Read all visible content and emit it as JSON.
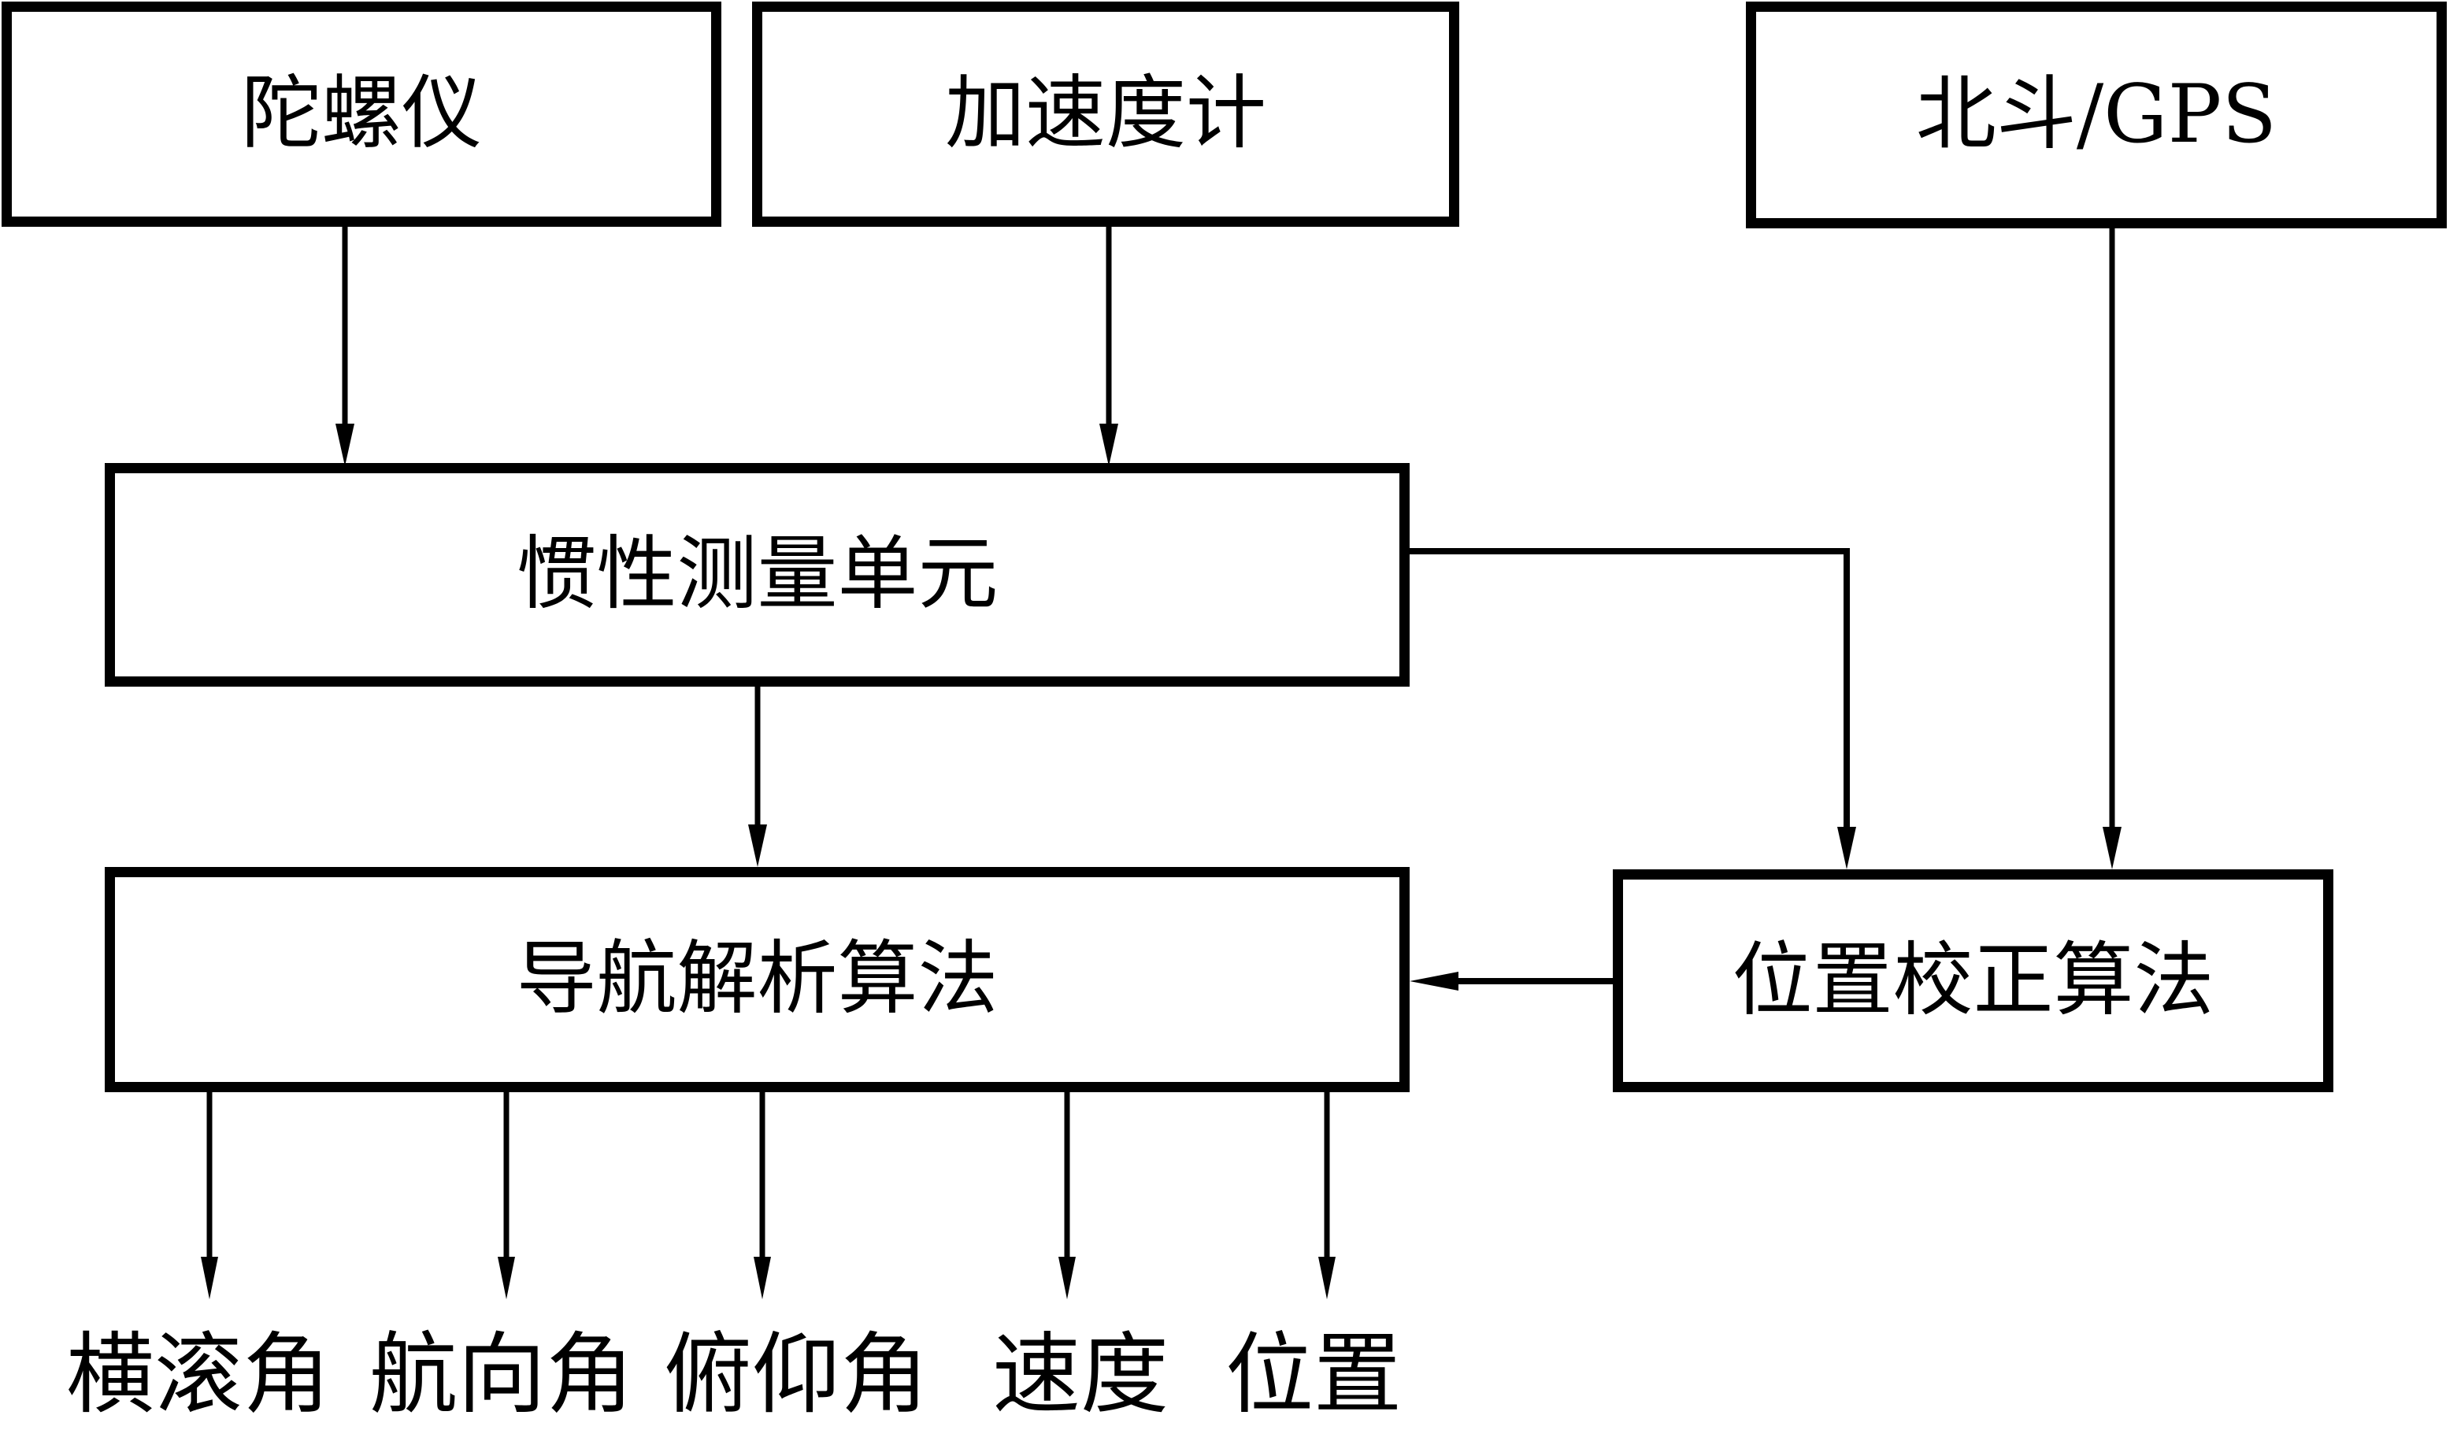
{
  "diagram": {
    "background": "#ffffff",
    "stroke_color": "#000000",
    "box_fill": "#ffffff",
    "boxes": {
      "gyroscope": {
        "label": "陀螺仪"
      },
      "accelerometer": {
        "label": "加速度计"
      },
      "beidou_gps": {
        "label": "北斗/GPS"
      },
      "imu": {
        "label": "惯性测量单元"
      },
      "nav_algorithm": {
        "label": "导航解析算法"
      },
      "pos_correction": {
        "label": "位置校正算法"
      }
    },
    "outputs": [
      {
        "label": "横滚角"
      },
      {
        "label": "航向角"
      },
      {
        "label": "俯仰角"
      },
      {
        "label": "速度"
      },
      {
        "label": "位置"
      }
    ],
    "edges": [
      {
        "from": "gyroscope",
        "to": "imu"
      },
      {
        "from": "accelerometer",
        "to": "imu"
      },
      {
        "from": "imu",
        "to": "nav_algorithm"
      },
      {
        "from": "imu",
        "to": "pos_correction"
      },
      {
        "from": "beidou_gps",
        "to": "pos_correction"
      },
      {
        "from": "pos_correction",
        "to": "nav_algorithm"
      },
      {
        "from": "nav_algorithm",
        "to": "outputs"
      }
    ]
  }
}
